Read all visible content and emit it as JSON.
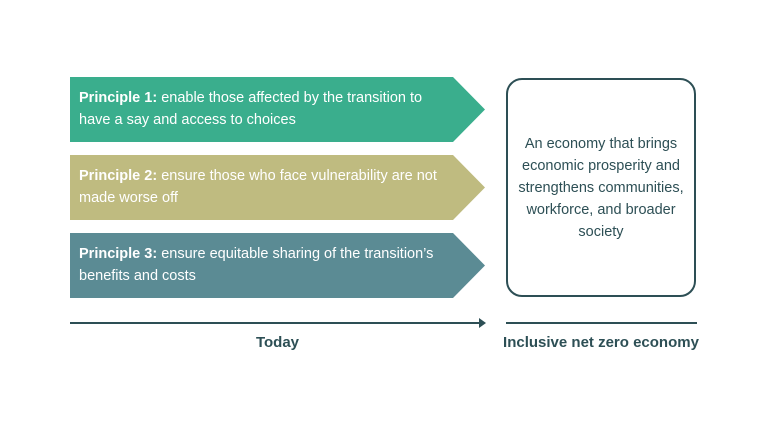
{
  "principles": [
    {
      "label": "Principle 1:",
      "text": " enable those affected by the transition to have a say and access to choices",
      "color": "#3aae8d"
    },
    {
      "label": "Principle 2:",
      "text": " ensure those who face vulnerability are not made worse off",
      "color": "#bfbb80"
    },
    {
      "label": "Principle 3:",
      "text": " ensure equitable sharing of the transition’s benefits and costs",
      "color": "#5b8b94"
    }
  ],
  "goal": {
    "text": "An economy that brings economic prosperity and strengthens communities, workforce, and broader society"
  },
  "axis": {
    "start_label": "Today",
    "end_label": "Inclusive net zero economy"
  }
}
